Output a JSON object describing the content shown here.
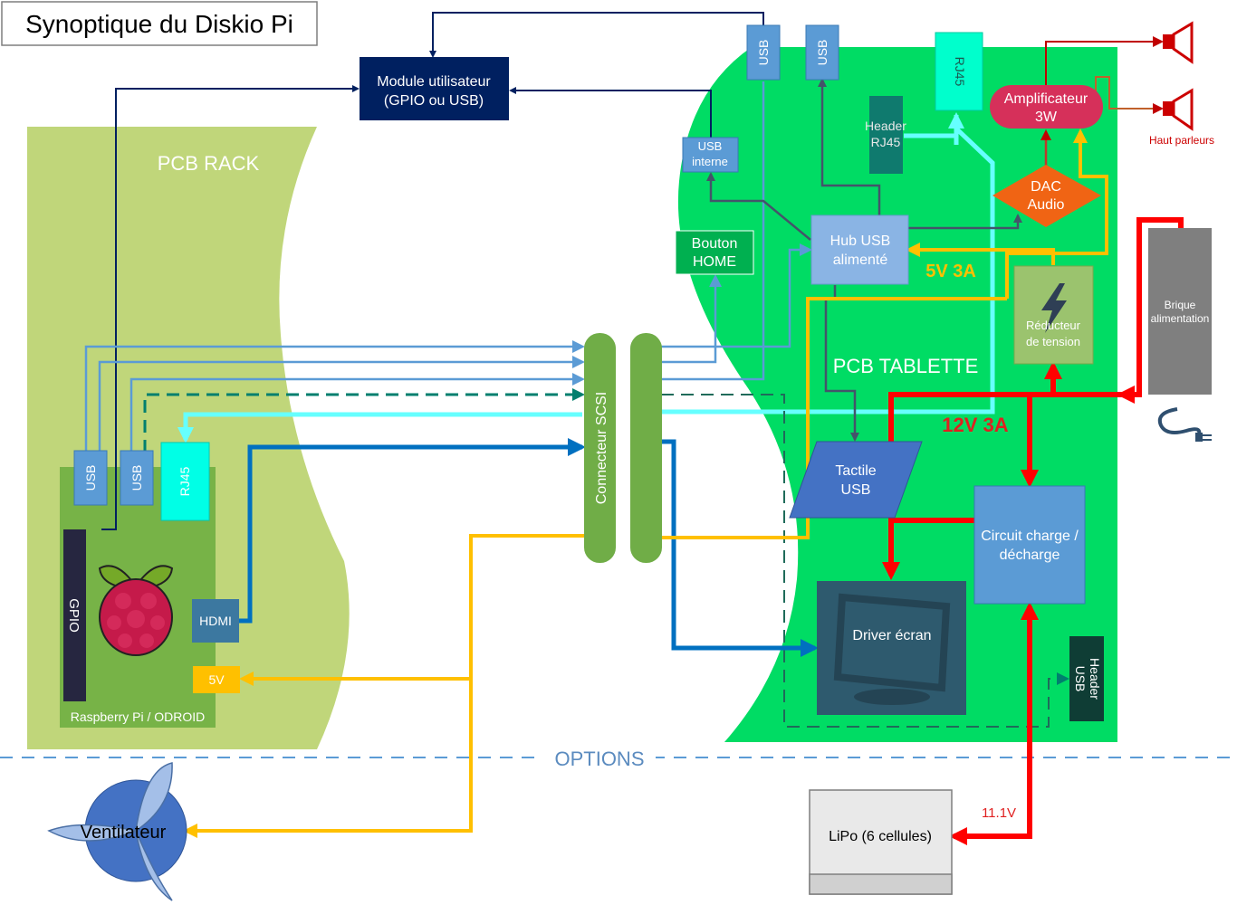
{
  "title": "Synoptique du Diskio Pi",
  "regions": {
    "pcb_rack": "PCB RACK",
    "pcb_tablette": "PCB TABLETTE",
    "options": "OPTIONS"
  },
  "blocks": {
    "module_utilisateur": [
      "Module utilisateur",
      "(GPIO ou USB)"
    ],
    "usb_top1": "USB",
    "usb_top2": "USB",
    "rj45_top": "RJ45",
    "amplificateur": [
      "Amplificateur",
      "3W"
    ],
    "haut_parleurs": "Haut parleurs",
    "header_rj45": [
      "Header",
      "RJ45"
    ],
    "usb_interne": [
      "USB",
      "interne"
    ],
    "dac_audio": [
      "DAC",
      "Audio"
    ],
    "hub_usb": [
      "Hub USB",
      "alimenté"
    ],
    "bouton_home": [
      "Bouton",
      "HOME"
    ],
    "brique_alimentation": [
      "Brique",
      "alimentation"
    ],
    "reducteur": [
      "Réducteur",
      "de tension"
    ],
    "tactile_usb": [
      "Tactile",
      "USB"
    ],
    "circuit_charge": [
      "Circuit charge /",
      "décharge"
    ],
    "driver_ecran": "Driver écran",
    "header_usb": [
      "Header",
      "USB"
    ],
    "lipo": "LiPo (6 cellules)",
    "connecteur_scsi": "Connecteur SCSI",
    "rpi_usb1": "USB",
    "rpi_usb2": "USB",
    "rpi_rj45": "RJ45",
    "gpio": "GPIO",
    "hdmi": "HDMI",
    "five_v": "5V",
    "rpi_label": "Raspberry Pi / ODROID",
    "ventilateur": "Ventilateur"
  },
  "power_labels": {
    "v5": "5V 3A",
    "v12": "12V 3A",
    "v11": "11.1V"
  },
  "colors": {
    "rack_green": "#c0d67a",
    "tablette_green": "#00dc64",
    "rpi_board": "#77b347",
    "usb_blue": "#5b9bd5",
    "navy": "#002060",
    "cyan": "#00ffe6",
    "teal": "#007f6e",
    "red": "#ff0000",
    "yellow": "#ffc000",
    "hdmi_blue": "#0070c0",
    "light_cyan": "#66ffff",
    "amp_red": "#d6305a",
    "dac_orange": "#f06414",
    "speaker_red": "#cc0000"
  },
  "icons": [
    "raspberry-icon",
    "lightning-icon",
    "power-plug-icon",
    "speaker-icon",
    "monitor-icon",
    "fan-icon"
  ]
}
